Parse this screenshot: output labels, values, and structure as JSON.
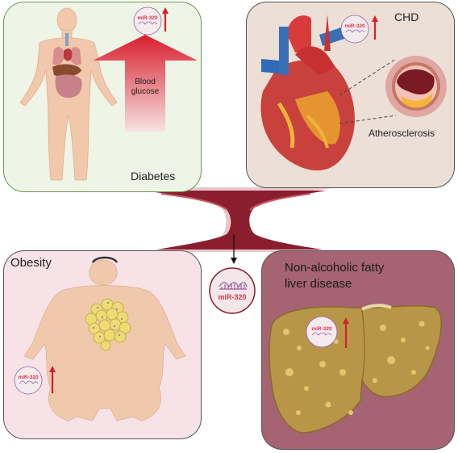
{
  "panels": {
    "diabetes": {
      "title": "Diabetes",
      "arrow_label_1": "Blood",
      "arrow_label_2": "glucose"
    },
    "chd": {
      "title": "CHD",
      "inset_label": "Atherosclerosis"
    },
    "obesity": {
      "title": "Obesity"
    },
    "nafld": {
      "title_line1": "Non-alcoholic fatty",
      "title_line2": "liver disease"
    }
  },
  "marker": {
    "label": "miR-320",
    "trend": "up"
  },
  "center": {
    "label": "miR-320"
  },
  "colors": {
    "mir_text": "#d8334a",
    "up_arrow": "#d81e2c",
    "vessel": "#8b1e2e"
  }
}
